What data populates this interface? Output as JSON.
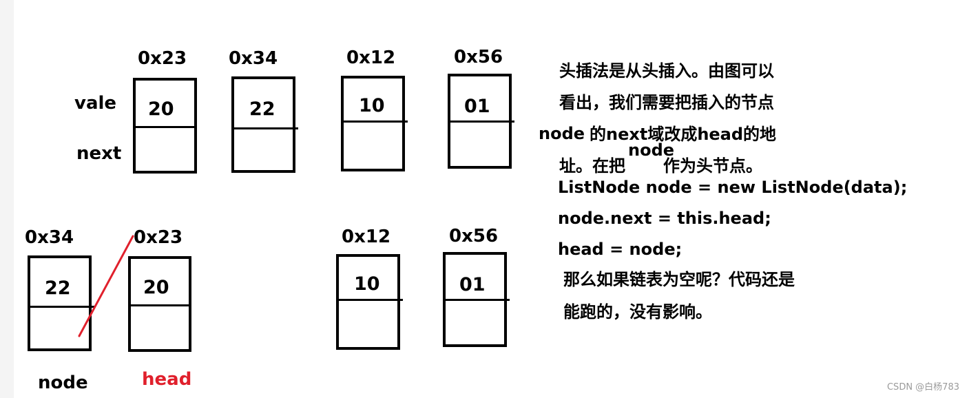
{
  "top_row": {
    "row_labels": {
      "value": "vale",
      "next": "next"
    },
    "nodes": [
      {
        "address": "0x23",
        "value": "20"
      },
      {
        "address": "0x34",
        "value": "22"
      },
      {
        "address": "0x12",
        "value": "10"
      },
      {
        "address": "0x56",
        "value": "01"
      }
    ]
  },
  "bottom_row": {
    "nodes": [
      {
        "address": "0x34",
        "value": "22"
      },
      {
        "address": "0x23",
        "value": "20"
      },
      {
        "address": "0x12",
        "value": "10"
      },
      {
        "address": "0x56",
        "value": "01"
      }
    ],
    "node_label": "node",
    "head_label": "head"
  },
  "explanation": {
    "line1": "头插法是从头插入。由图可以",
    "line2": "看出，我们需要把插入的节点",
    "line3_node": "node",
    "line3_rest": "的next域改成head的地",
    "overlap_node": "node",
    "line4a": "址。在把",
    "line4b": "作为头节点。",
    "code1": "ListNode node = new ListNode(data);",
    "code2": "node.next = this.head;",
    "code3": "head = node;",
    "line5": "那么如果链表为空呢？代码还是",
    "line6": "能跑的，没有影响。"
  },
  "colors": {
    "pointer": "#e0202c",
    "head_label": "#e0202c"
  },
  "watermark": "CSDN @白杨783"
}
